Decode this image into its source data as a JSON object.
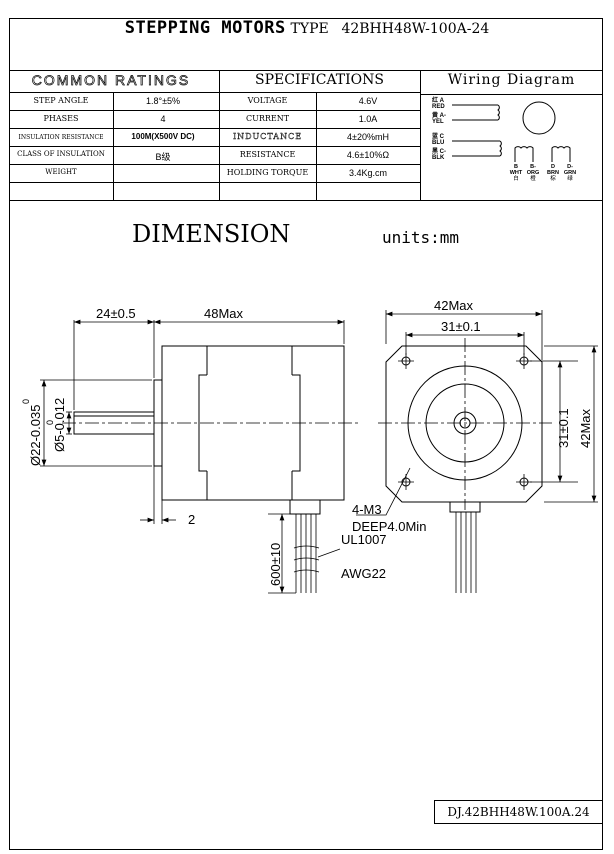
{
  "title": {
    "bold": "STEPPING MOTORS",
    "type_label": "TYPE",
    "model": "42BHH48W-100A-24"
  },
  "common": {
    "header": "COMMON RATINGS",
    "rows": [
      {
        "label": "STEP ANGLE",
        "value": "1.8°±5%"
      },
      {
        "label": "PHASES",
        "value": "4"
      },
      {
        "label": "INSULATION RESISTANCE",
        "value": "100M(X500V DC)"
      },
      {
        "label": "CLASS OF INSULATION",
        "value": "B级"
      },
      {
        "label": "WEIGHT",
        "value": ""
      }
    ]
  },
  "specs": {
    "header": "SPECIFICATIONS",
    "rows": [
      {
        "label": "VOLTAGE",
        "value": "4.6V"
      },
      {
        "label": "CURRENT",
        "value": "1.0A"
      },
      {
        "label": "INDUCTANCE",
        "value": "4±20%mH"
      },
      {
        "label": "RESISTANCE",
        "value": "4.6±10%Ω"
      },
      {
        "label": "HOLDING TORQUE",
        "value": "3.4Kg.cm"
      }
    ]
  },
  "wiring": {
    "header": "Wiring Diagram",
    "left": [
      {
        "a": "红 A",
        "b": "RED"
      },
      {
        "a": "黄 A-",
        "b": "YEL"
      },
      {
        "a": "蓝 C",
        "b": "BLU"
      },
      {
        "a": "黑 C-",
        "b": "BLK"
      }
    ],
    "bottom": [
      {
        "p": "B",
        "c": "WHT",
        "cn": "白"
      },
      {
        "p": "B-",
        "c": "ORG",
        "cn": "橙"
      },
      {
        "p": "D",
        "c": "BRN",
        "cn": "棕"
      },
      {
        "p": "D-",
        "c": "GRN",
        "cn": "绿"
      }
    ]
  },
  "dimension": {
    "title": "DIMENSION",
    "units": "units:mm"
  },
  "labels": {
    "d24": "24±0.5",
    "d48": "48Max",
    "d22": "Ø22-0.035",
    "d22_top": "0",
    "d5": "Ø5-0.012",
    "d5_top": "0",
    "d2": "2",
    "d600": "600±10",
    "ul": "UL1007",
    "awg": "AWG22",
    "d42top": "42Max",
    "d31top": "31±0.1",
    "d31side": "31±0.1",
    "d42side": "42Max",
    "m3": "4-M3",
    "deep": "DEEP4.0Min"
  },
  "footer": "DJ.42BHH48W.100A.24"
}
